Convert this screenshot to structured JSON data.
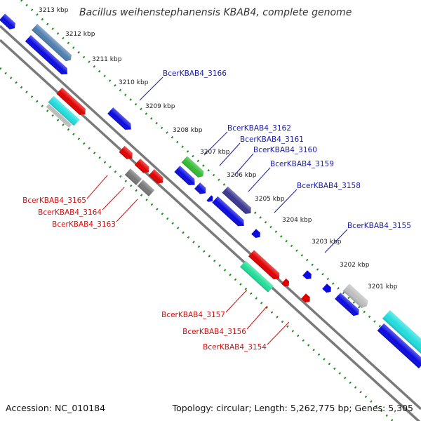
{
  "title": "Bacillus weihenstephanensis KBAB4, complete genome",
  "footer": {
    "accession": "Accession: NC_010184",
    "summary": "Topology: circular; Length: 5,262,775 bp; Genes: 5,305"
  },
  "ticks": [
    "3213 kbp",
    "3212 kbp",
    "3211 kbp",
    "3210 kbp",
    "3209 kbp",
    "3208 kbp",
    "3207 kbp",
    "3206 kbp",
    "3205 kbp",
    "3204 kbp",
    "3203 kbp",
    "3202 kbp",
    "3201 kbp"
  ],
  "top_labels": [
    "BcerKBAB4_3166",
    "BcerKBAB4_3162",
    "BcerKBAB4_3161",
    "BcerKBAB4_3160",
    "BcerKBAB4_3159",
    "BcerKBAB4_3158",
    "BcerKBAB4_3155"
  ],
  "bottom_labels": [
    "BcerKBAB4_3165",
    "BcerKBAB4_3164",
    "BcerKBAB4_3163",
    "BcerKBAB4_3157",
    "BcerKBAB4_3156",
    "BcerKBAB4_3154"
  ],
  "colors": {
    "backbone": "#7a7a7a",
    "ruler": "#228b22",
    "blue": "#0a0adf",
    "steel": "#4f7fb0",
    "red": "#e00000",
    "green": "#33bb33",
    "navy": "#3a3590",
    "gray": "#777777",
    "lightgray": "#bdbdbd",
    "cyan": "#22dddd",
    "teal": "#22dd99",
    "top_label": "#1a1aa6",
    "bottom_label": "#cc1111"
  }
}
